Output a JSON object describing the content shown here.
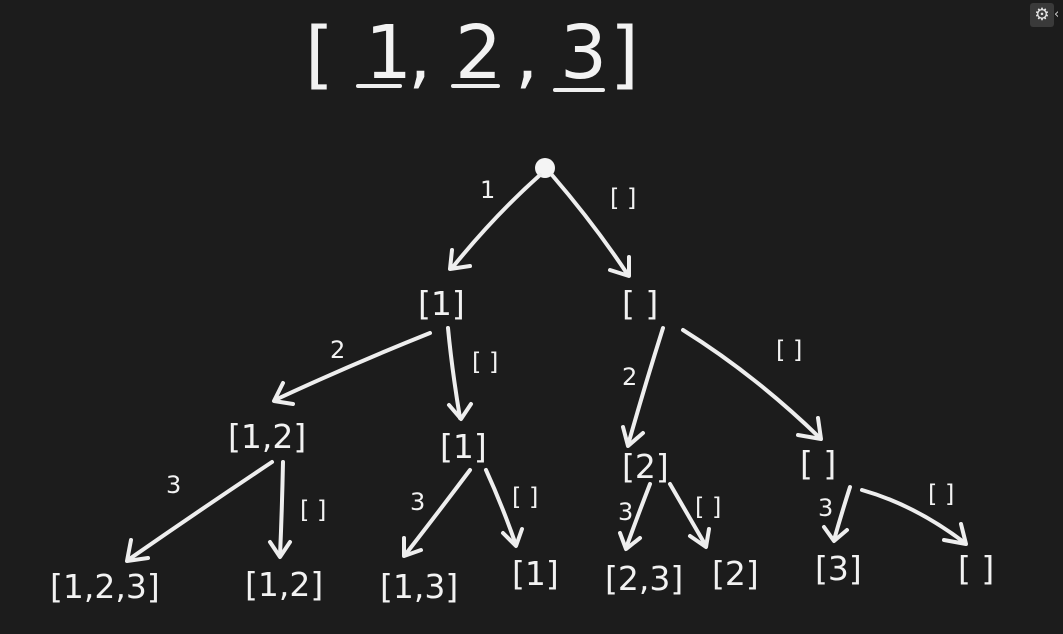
{
  "title": {
    "open": "[",
    "items": [
      "1",
      "2",
      "3"
    ],
    "sep": ",",
    "close": "]"
  },
  "tree": {
    "root": {
      "name": "root-node"
    },
    "nodes": [
      {
        "id": "n-1",
        "label": "[1]"
      },
      {
        "id": "n-empty",
        "label": "[ ]"
      },
      {
        "id": "n-12",
        "label": "[1,2]"
      },
      {
        "id": "n-1b",
        "label": "[1]"
      },
      {
        "id": "n-2",
        "label": "[2]"
      },
      {
        "id": "n-empty2",
        "label": "[ ]"
      },
      {
        "id": "n-123",
        "label": "[1,2,3]"
      },
      {
        "id": "n-12b",
        "label": "[1,2]"
      },
      {
        "id": "n-13",
        "label": "[1,3]"
      },
      {
        "id": "n-1c",
        "label": "[1]"
      },
      {
        "id": "n-23",
        "label": "[2,3]"
      },
      {
        "id": "n-2b",
        "label": "[2]"
      },
      {
        "id": "n-3",
        "label": "[3]"
      },
      {
        "id": "n-empty3",
        "label": "[ ]"
      }
    ],
    "edges": [
      {
        "from": "root",
        "to": "n-1",
        "label": "1"
      },
      {
        "from": "root",
        "to": "n-empty",
        "label": "[ ]"
      },
      {
        "from": "n-1",
        "to": "n-12",
        "label": "2"
      },
      {
        "from": "n-1",
        "to": "n-1b",
        "label": "[ ]"
      },
      {
        "from": "n-empty",
        "to": "n-2",
        "label": "2"
      },
      {
        "from": "n-empty",
        "to": "n-empty2",
        "label": "[ ]"
      },
      {
        "from": "n-12",
        "to": "n-123",
        "label": "3"
      },
      {
        "from": "n-12",
        "to": "n-12b",
        "label": "[ ]"
      },
      {
        "from": "n-1b",
        "to": "n-13",
        "label": "3"
      },
      {
        "from": "n-1b",
        "to": "n-1c",
        "label": "[ ]"
      },
      {
        "from": "n-2",
        "to": "n-23",
        "label": "3"
      },
      {
        "from": "n-2",
        "to": "n-2b",
        "label": "[ ]"
      },
      {
        "from": "n-empty2",
        "to": "n-3",
        "label": "3"
      },
      {
        "from": "n-empty2",
        "to": "n-empty3",
        "label": "[ ]"
      }
    ]
  },
  "toolbar": {
    "settings_icon": "gear-icon",
    "settings_glyph": "⚙",
    "collapse_glyph": "‹"
  },
  "colors": {
    "background": "#1c1c1c",
    "chalk": "#eeeeee"
  }
}
